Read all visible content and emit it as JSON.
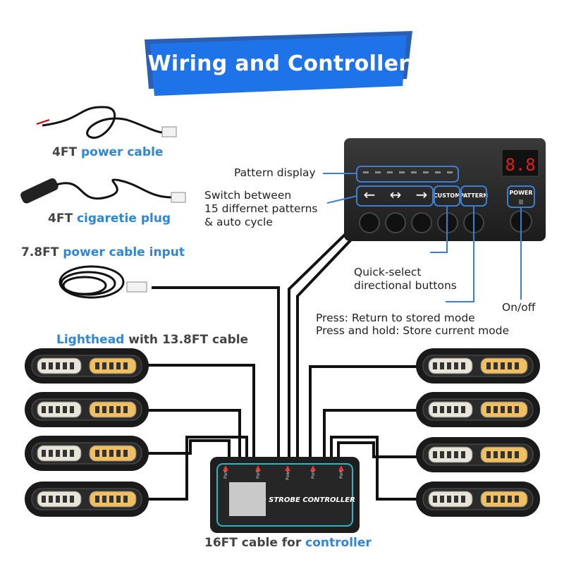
{
  "title": "Wiring and Controller",
  "cables": {
    "power_cable": {
      "length": "4FT",
      "name": "power cable"
    },
    "cigarette_plug": {
      "length": "4FT",
      "name": "cigaretie plug"
    },
    "power_input": {
      "length": "7.8FT",
      "name": "power cable input"
    },
    "lighthead": {
      "name": "Lighthead",
      "suffix": "with 13.8FT cable"
    },
    "controller": {
      "prefix": "16FT cable for",
      "name": "controller"
    }
  },
  "panel": {
    "display_digits": "8.8",
    "buttons": [
      "CUSTOM",
      "PATTERN",
      "POWER"
    ],
    "arrows": [
      "←",
      "↔",
      "→"
    ]
  },
  "controller_box": {
    "label": "LED STROBE CONTROLLER",
    "ports": [
      "Port1",
      "Port2",
      "Power",
      "Port3",
      "Port4"
    ]
  },
  "annotations": {
    "pattern_display": "Pattern display",
    "switch_patterns": [
      "Switch between",
      "15 differnet patterns",
      "& auto cycle"
    ],
    "quick_select": [
      "Quick-select",
      "directional buttons"
    ],
    "press_return": "Press: Return to stored mode",
    "press_hold": "Press and hold: Store current mode",
    "on_off": "On/off"
  },
  "colors": {
    "banner_blue": "#1f73e8",
    "accent_blue": "#2e86d6",
    "callout_blue": "#3b7fd4",
    "amber": "#f5a623"
  }
}
